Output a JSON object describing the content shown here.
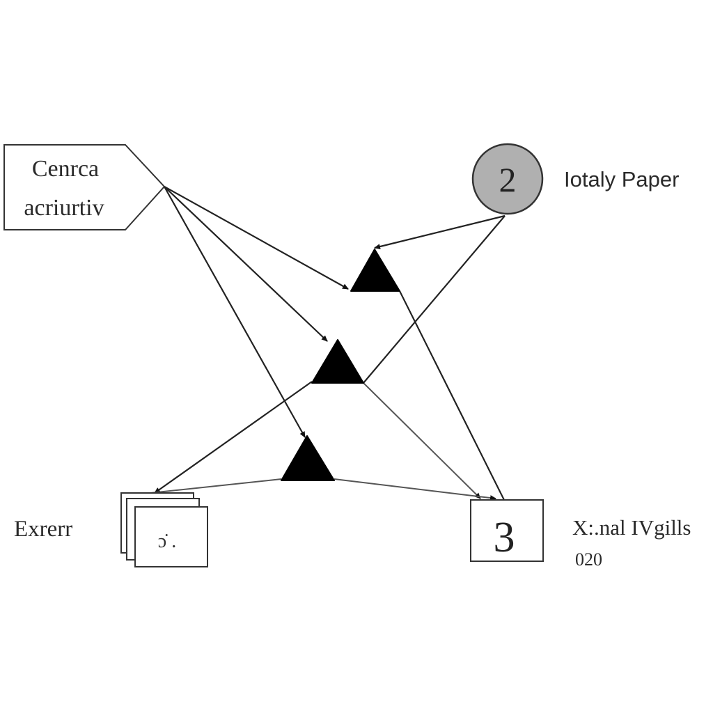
{
  "nodes": {
    "source": {
      "line1": "Cenrca",
      "line2": "acriurtiv"
    },
    "circle": {
      "number": "2",
      "label": "Iotaly Paper"
    },
    "stack": {
      "label": "Exrerr",
      "inner_text": "ɔ̇ ."
    },
    "box": {
      "number": "3",
      "label": "X:.nal IVgills",
      "sublabel": "020"
    }
  },
  "colors": {
    "circle_fill": "#b0b0b0",
    "triangle_fill": "#000000",
    "line": "#222222",
    "background": "#ffffff"
  }
}
